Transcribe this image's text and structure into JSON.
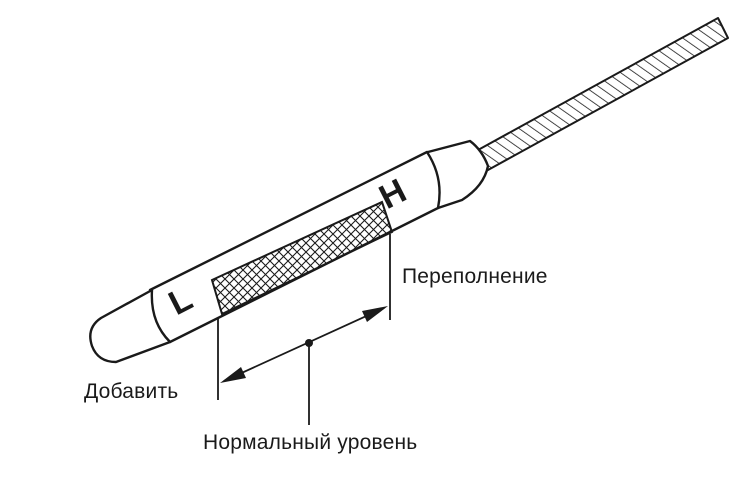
{
  "labels": {
    "overfill": "Переполнение",
    "add": "Добавить",
    "normal_level": "Нормальный уровень"
  },
  "marks": {
    "low": "L",
    "high": "H"
  },
  "colors": {
    "ink": "#1a1a1a",
    "background": "#ffffff"
  }
}
